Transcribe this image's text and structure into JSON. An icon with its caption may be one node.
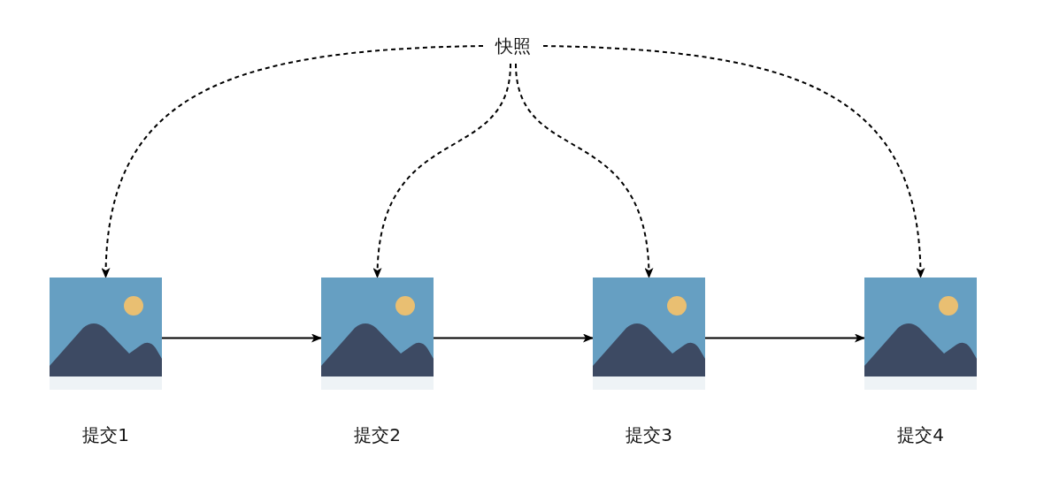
{
  "diagram": {
    "nodes": [
      {
        "text": [
          "快照"
        ]
      },
      {
        "text": [],
        "shape": "picture",
        "beside": [
          "提交1"
        ]
      },
      {
        "text": [],
        "shape": "picture",
        "beside": [
          "提交2"
        ]
      },
      {
        "text": [],
        "shape": "picture",
        "beside": [
          "提交3"
        ]
      },
      {
        "text": [],
        "shape": "picture",
        "beside": [
          "提交4"
        ]
      }
    ],
    "edges": [
      {
        "from": 0,
        "to": 1,
        "arrow": "to",
        "style": "dashed"
      },
      {
        "from": 0,
        "to": 2,
        "arrow": "to",
        "style": "dashed"
      },
      {
        "from": 0,
        "to": 3,
        "arrow": "to",
        "style": "dashed"
      },
      {
        "from": 0,
        "to": 4,
        "arrow": "to",
        "style": "dashed"
      },
      {
        "from": 1,
        "to": 2,
        "arrow": "to"
      },
      {
        "from": 2,
        "to": 3,
        "arrow": "to"
      },
      {
        "from": 3,
        "to": 4,
        "arrow": "to"
      }
    ]
  }
}
